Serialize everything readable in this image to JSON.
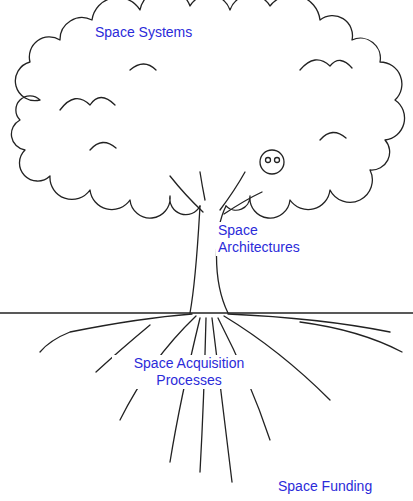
{
  "diagram": {
    "labels": [
      "Space Systems",
      "Space Architectures",
      "Space Acquisition Processes",
      "Space Funding"
    ]
  }
}
